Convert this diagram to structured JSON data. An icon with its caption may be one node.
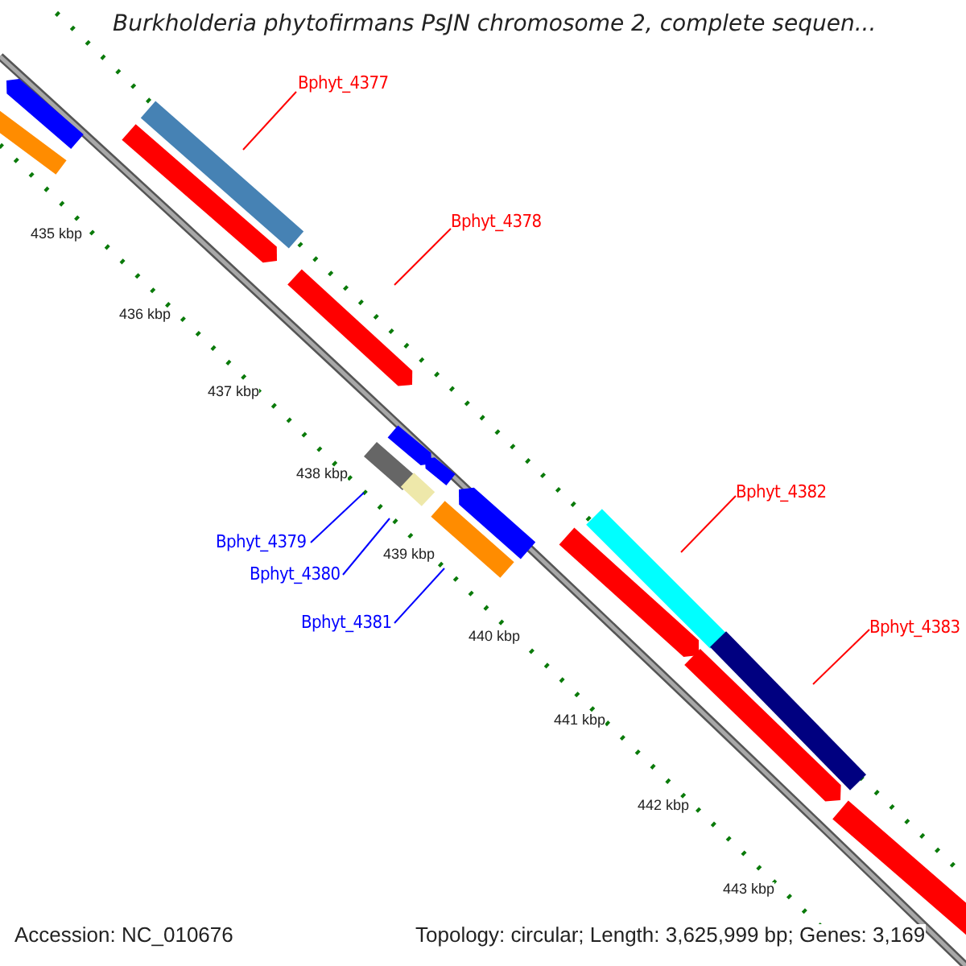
{
  "diagram": {
    "title": "Burkholderia phytofirmans PsJN chromosome 2, complete sequen...",
    "nodes": [
      {
        "text": [
          "Bphyt_4377"
        ]
      },
      {
        "text": [],
        "shape": "bar"
      },
      {
        "text": [
          "Bphyt_4378"
        ]
      },
      {
        "text": [],
        "shape": "bar"
      },
      {
        "text": [
          "Bphyt_4379"
        ]
      },
      {
        "text": [],
        "shape": "bar"
      },
      {
        "text": [
          "Bphyt_4380"
        ]
      },
      {
        "text": [],
        "shape": "bar"
      },
      {
        "text": [
          "Bphyt_4381"
        ]
      },
      {
        "text": [],
        "shape": "bar"
      },
      {
        "text": [
          "Bphyt_4382"
        ]
      },
      {
        "text": [],
        "shape": "bar"
      },
      {
        "text": [
          "Bphyt_4383"
        ]
      },
      {
        "text": [],
        "shape": "bar"
      },
      {
        "text": [],
        "shape": "bar"
      },
      {
        "text": [],
        "shape": "bar"
      },
      {
        "text": [],
        "shape": "bar"
      },
      {
        "text": [],
        "shape": "bar"
      },
      {
        "text": [],
        "shape": "bar"
      },
      {
        "text": [],
        "shape": "bar"
      },
      {
        "text": [],
        "shape": "bar"
      },
      {
        "text": [],
        "shape": "bar"
      },
      {
        "text": [],
        "shape": "bar"
      }
    ],
    "edges": [
      {
        "from": 0,
        "to": 1,
        "arrow": "none"
      },
      {
        "from": 2,
        "to": 3,
        "arrow": "none"
      },
      {
        "from": 4,
        "to": 5,
        "arrow": "none",
        "color": "#0000ff"
      },
      {
        "from": 6,
        "to": 7,
        "arrow": "none",
        "color": "#0000ff"
      },
      {
        "from": 8,
        "to": 9,
        "arrow": "none",
        "color": "#0000ff"
      },
      {
        "from": 10,
        "to": 11,
        "arrow": "none"
      },
      {
        "from": 12,
        "to": 13,
        "arrow": "none"
      }
    ],
    "labels": [
      "435 kbp",
      "436 kbp",
      "437 kbp",
      "438 kbp",
      "439 kbp",
      "440 kbp",
      "441 kbp",
      "442 kbp",
      "443 kbp",
      "Accession: NC_010676",
      "Topology: circular; Length: 3,625,999 bp; Genes: 3,169"
    ]
  }
}
